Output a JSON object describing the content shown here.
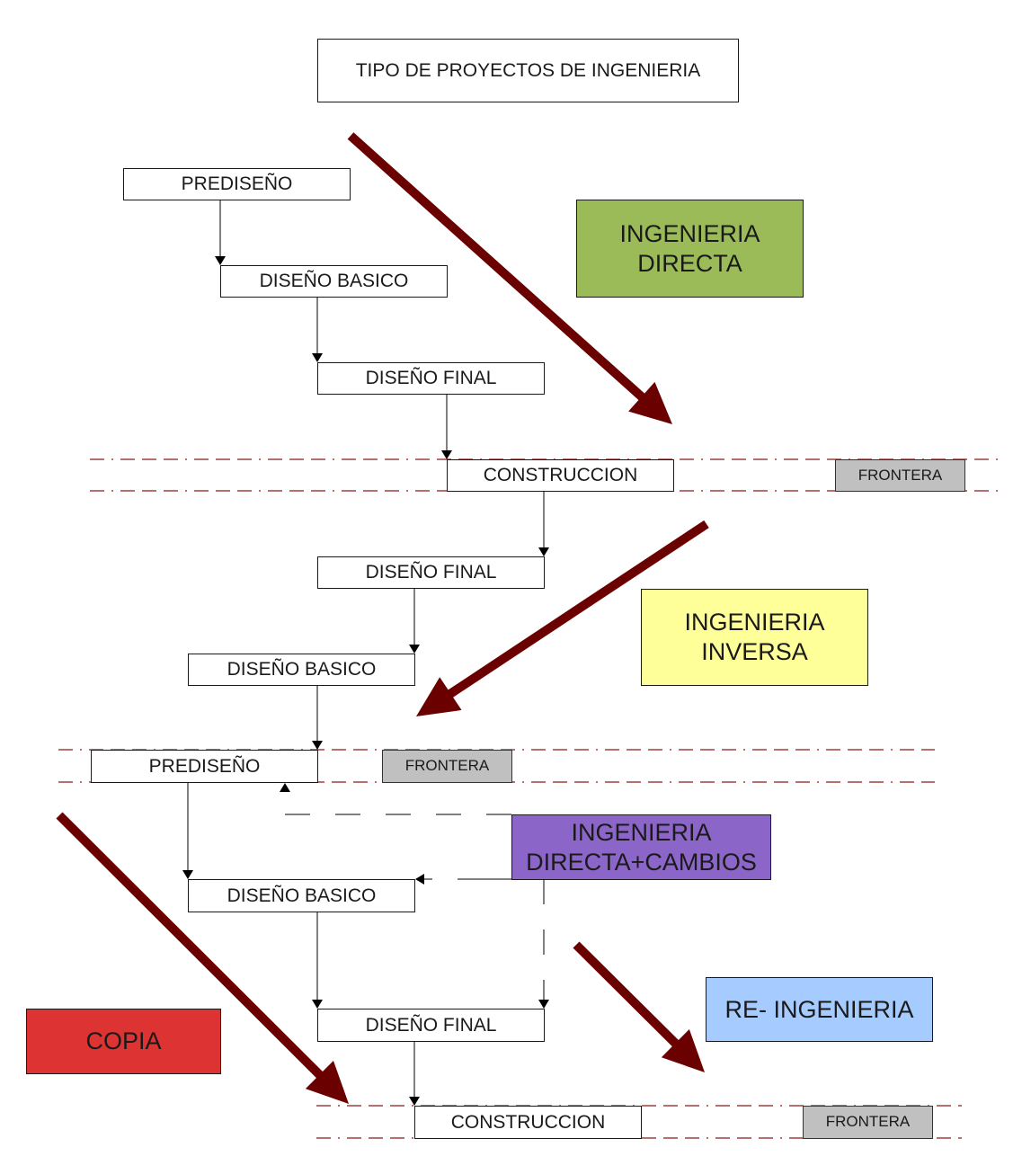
{
  "title": "TIPO DE PROYECTOS DE INGENIERIA",
  "frontier_label": "FRONTERA",
  "colors": {
    "arrow": "#6b0000",
    "frontier_line": "#8b1a1a",
    "directa": "#9bbb59",
    "inversa": "#ffff99",
    "cambios": "#8b66c8",
    "reingenieria": "#a6cbff",
    "copia": "#dd3333",
    "frontera_box": "#c0c0c0"
  },
  "categories": {
    "directa": "INGENIERIA\nDIRECTA",
    "inversa": "INGENIERIA\nINVERSA",
    "cambios": "INGENIERIA\nDIRECTA+CAMBIOS",
    "reingenieria": "RE- INGENIERIA",
    "copia": "COPIA"
  },
  "flow_directa": [
    "PREDISEÑO",
    "DISEÑO BASICO",
    "DISEÑO FINAL",
    "CONSTRUCCION"
  ],
  "flow_inversa": [
    "DISEÑO FINAL",
    "DISEÑO BASICO",
    "PREDISEÑO"
  ],
  "flow_cambios": [
    "DISEÑO BASICO",
    "DISEÑO FINAL",
    "CONSTRUCCION"
  ]
}
